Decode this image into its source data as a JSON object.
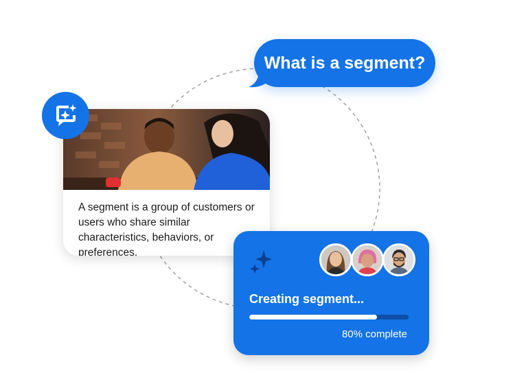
{
  "question": {
    "text": "What is a segment?"
  },
  "answer_card": {
    "photo": "two-people-smiling-at-phone",
    "text": "A segment is a group of customers or users who share similar characteristics, behaviors, or preferences."
  },
  "chat_icon": "ai-chat-sparkle-icon",
  "progress_card": {
    "title": "Creating segment...",
    "status": "80% complete",
    "progress": 0.8,
    "avatars": [
      "avatar-woman-smiling",
      "avatar-woman-pink-hair",
      "avatar-man-glasses"
    ]
  },
  "colors": {
    "accent": "#1473e6",
    "track": "#0d4fa8",
    "white": "#ffffff"
  }
}
